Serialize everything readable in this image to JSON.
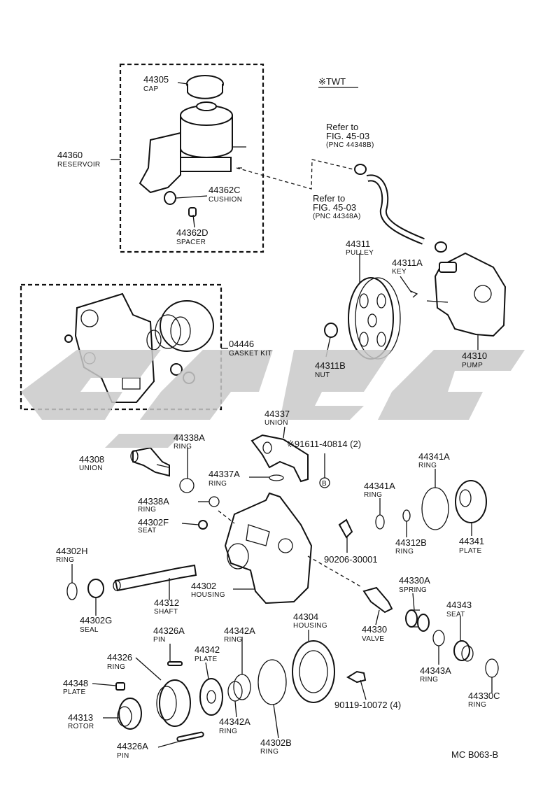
{
  "header": {
    "twt": "※TWT",
    "code": "MC  B063-B"
  },
  "refs": {
    "ref1": {
      "line1": "Refer to",
      "line2": "FIG. 45-03",
      "line3": "(PNC  44348B)"
    },
    "ref2": {
      "line1": "Refer to",
      "line2": "FIG. 45-03",
      "line3": "(PNC  44348A)"
    }
  },
  "parts": {
    "cap": {
      "num": "44305",
      "name": "CAP"
    },
    "reservoir": {
      "num": "44360",
      "name": "RESERVOIR"
    },
    "cushion": {
      "num": "44362C",
      "name": "CUSHION"
    },
    "spacer": {
      "num": "44362D",
      "name": "SPACER"
    },
    "pulley": {
      "num": "44311",
      "name": "PULLEY"
    },
    "key": {
      "num": "44311A",
      "name": "KEY"
    },
    "pump": {
      "num": "44310",
      "name": "PUMP"
    },
    "nut": {
      "num": "44311B",
      "name": "NUT"
    },
    "gasket_kit": {
      "num": "04446",
      "name": "GASKET KIT"
    },
    "union_44337": {
      "num": "44337",
      "name": "UNION"
    },
    "bolt_91611": {
      "num": "※91611-40814 (2)"
    },
    "ring_44338a_1": {
      "num": "44338A",
      "name": "RING"
    },
    "union_44308": {
      "num": "44308",
      "name": "UNION"
    },
    "ring_44337a": {
      "num": "44337A",
      "name": "RING"
    },
    "ring_44341a_1": {
      "num": "44341A",
      "name": "RING"
    },
    "ring_44341a_2": {
      "num": "44341A",
      "name": "RING"
    },
    "ring_44338a_2": {
      "num": "44338A",
      "name": "RING"
    },
    "seat_44302f": {
      "num": "44302F",
      "name": "SEAT"
    },
    "ring_44312b": {
      "num": "44312B",
      "name": "RING"
    },
    "plate_44341": {
      "num": "44341",
      "name": "PLATE"
    },
    "part_90206": {
      "num": "90206-30001"
    },
    "ring_44302h": {
      "num": "44302H",
      "name": "RING"
    },
    "housing_44302": {
      "num": "44302",
      "name": "HOUSING"
    },
    "shaft": {
      "num": "44312",
      "name": "SHAFT"
    },
    "seal": {
      "num": "44302G",
      "name": "SEAL"
    },
    "spring": {
      "num": "44330A",
      "name": "SPRING"
    },
    "valve": {
      "num": "44330",
      "name": "VALVE"
    },
    "seat_44343": {
      "num": "44343",
      "name": "SEAT"
    },
    "housing_44304": {
      "num": "44304",
      "name": "HOUSING"
    },
    "pin_44326a_1": {
      "num": "44326A",
      "name": "PIN"
    },
    "ring_44342a_1": {
      "num": "44342A",
      "name": "RING"
    },
    "ring_44326": {
      "num": "44326",
      "name": "RING"
    },
    "plate_44342": {
      "num": "44342",
      "name": "PLATE"
    },
    "plate_44348": {
      "num": "44348",
      "name": "PLATE"
    },
    "ring_44343a": {
      "num": "44343A",
      "name": "RING"
    },
    "ring_44330c": {
      "num": "44330C",
      "name": "RING"
    },
    "bolt_90119": {
      "num": "90119-10072 (4)"
    },
    "rotor": {
      "num": "44313",
      "name": "ROTOR"
    },
    "ring_44342a_2": {
      "num": "44342A",
      "name": "RING"
    },
    "ring_44302b": {
      "num": "44302B",
      "name": "RING"
    },
    "pin_44326a_2": {
      "num": "44326A",
      "name": "PIN"
    }
  },
  "marker": "B"
}
